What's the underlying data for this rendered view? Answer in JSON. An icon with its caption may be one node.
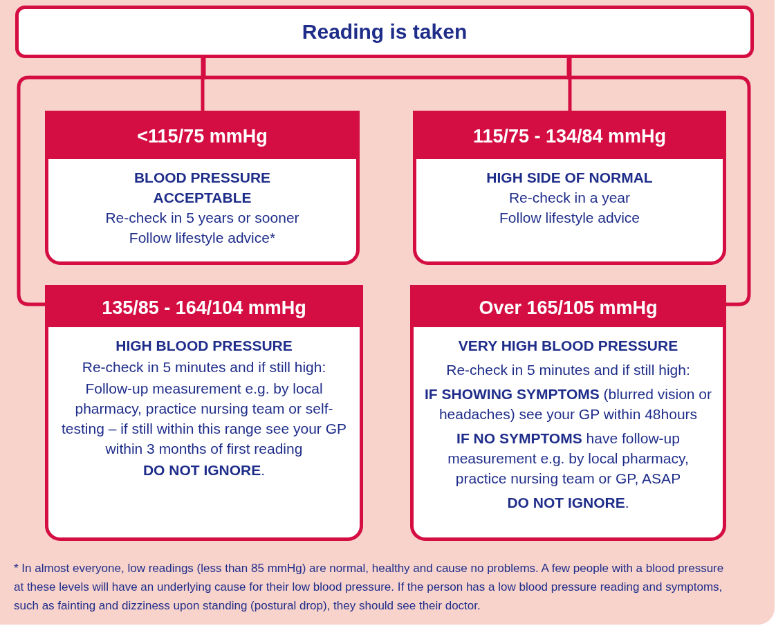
{
  "diagram": {
    "nodes": [
      {
        "text": [
          "Reading is taken"
        ]
      },
      {
        "text": [
          "<115/75 mmHg",
          "BLOOD PRESSURE ACCEPTABLE",
          "Re-check in 5 years or sooner",
          "Follow lifestyle advice*"
        ]
      },
      {
        "text": [
          "115/75 - 134/84 mmHg",
          "HIGH SIDE OF NORMAL",
          "Re-check in a year",
          "Follow lifestyle advice"
        ]
      },
      {
        "text": [
          "135/85 - 164/104 mmHg",
          "HIGH BLOOD PRESSURE",
          "Re-check in 5 minutes and if still high:",
          "Follow-up measurement e.g. by local pharmacy, practice nursing team or self-testing – if still within this range see your GP within 3 months of first reading",
          "**DO NOT IGNORE**."
        ]
      },
      {
        "text": [
          "Over 165/105 mmHg",
          "VERY HIGH BLOOD PRESSURE",
          "Re-check in 5 minutes and if still high:",
          "**IF SHOWING SYMPTOMS** (blurred vision or headaches) see your GP within 48hours",
          "**IF NO SYMPTOMS** have follow-up measurement e.g. by local pharmacy, practice nursing team or GP, ASAP",
          "**DO NOT IGNORE**."
        ]
      }
    ],
    "edges": [
      {
        "from": 0,
        "to": 1,
        "arrow": "none"
      },
      {
        "from": 0,
        "to": 2,
        "arrow": "none"
      },
      {
        "from": 0,
        "to": 3,
        "arrow": "none"
      },
      {
        "from": 0,
        "to": 4,
        "arrow": "none"
      }
    ],
    "labels": [
      "* In almost everyone, low readings (less than 85 mmHg) are normal, healthy and cause no problems. A few people with a blood pressure at these levels will have an underlying cause for their low blood pressure. If the person has a low blood pressure reading and symptoms, such as fainting and dizziness upon standing (postural drop), they should see their doctor."
    ]
  }
}
